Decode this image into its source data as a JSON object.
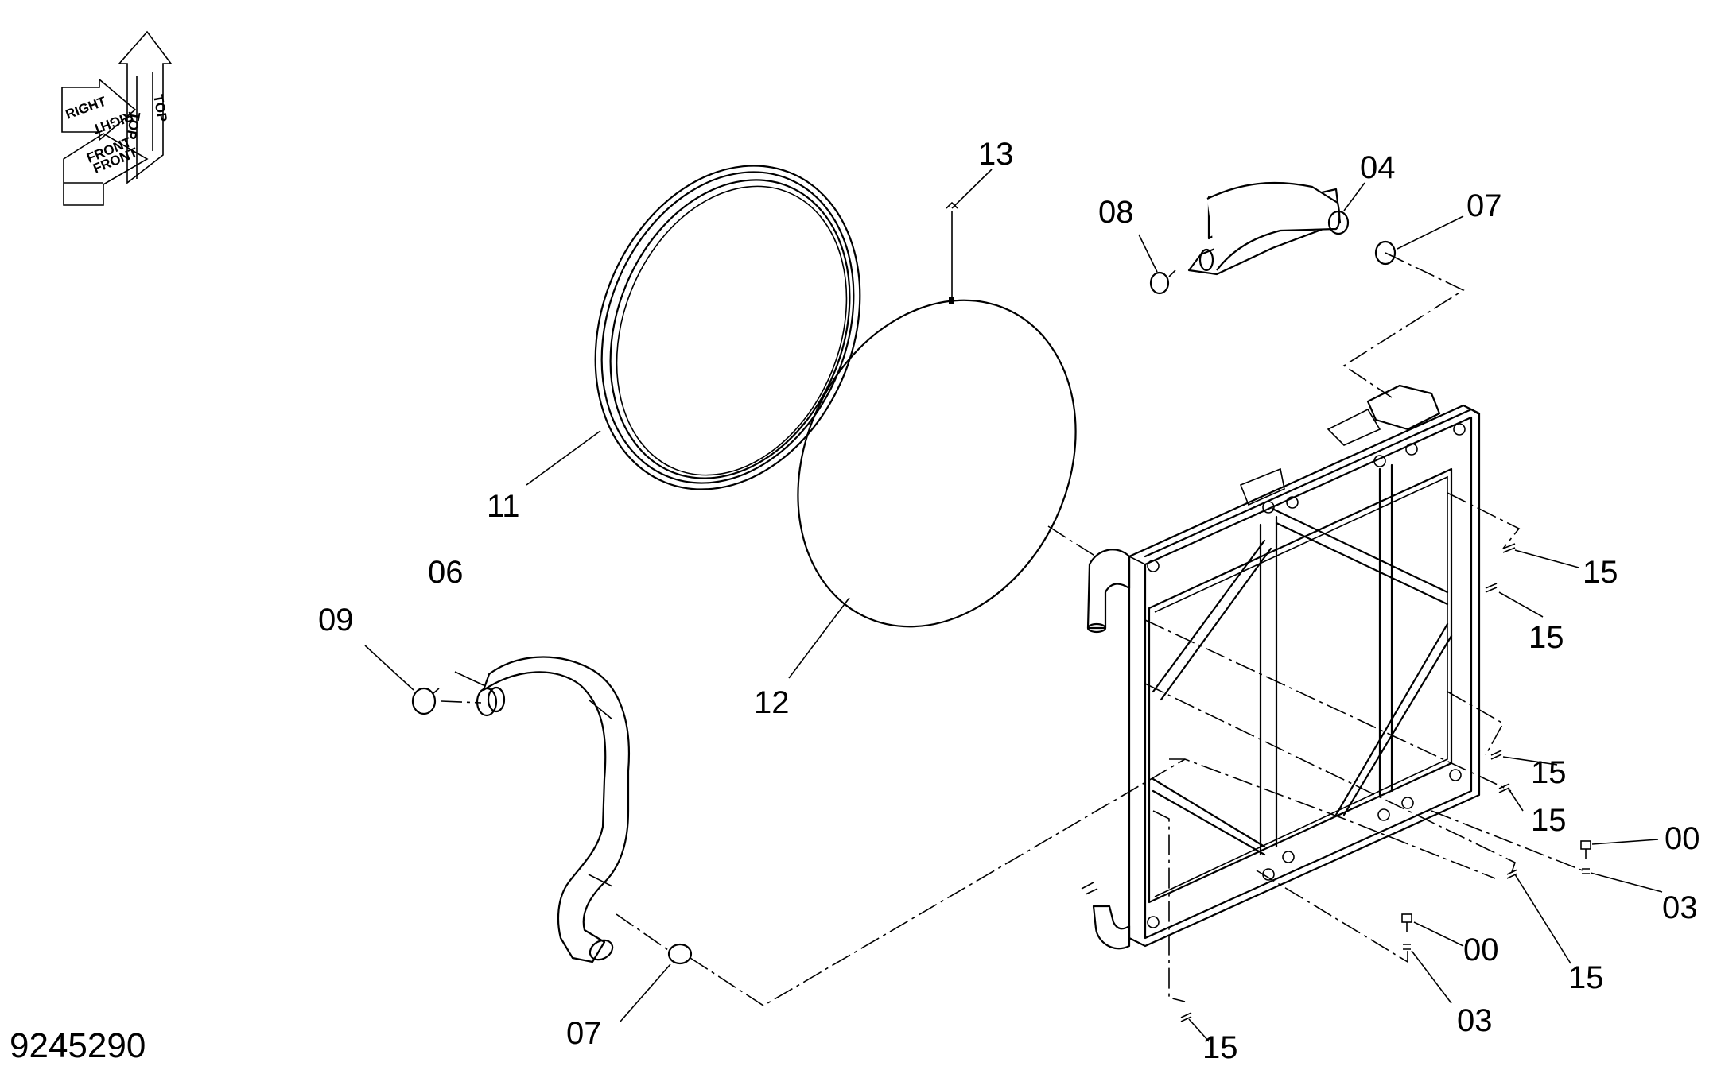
{
  "drawing_number": "9245290",
  "orientation": {
    "top": "TOP",
    "right": "RIGHT",
    "front": "FRONT"
  },
  "callouts": {
    "c13": "13",
    "c04": "04",
    "c08": "08",
    "c07_top": "07",
    "c11": "11",
    "c12": "12",
    "c06": "06",
    "c09": "09",
    "c07_bottom": "07",
    "c15_a": "15",
    "c15_b": "15",
    "c15_c": "15",
    "c15_d": "15",
    "c15_e": "15",
    "c15_f": "15",
    "c00_a": "00",
    "c03_a": "03",
    "c00_b": "00",
    "c03_b": "03"
  }
}
